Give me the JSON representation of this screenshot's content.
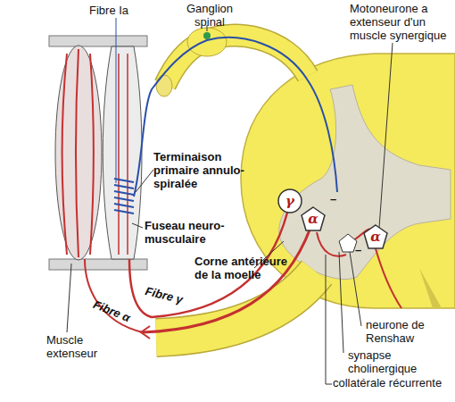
{
  "diagram": {
    "nodes": [
      {
        "text": [
          "γ"
        ]
      },
      {
        "text": [
          "α"
        ]
      },
      {
        "text": [
          "α"
        ]
      }
    ],
    "labels": [
      "Fibre Ia",
      "Ganglion spinal",
      "Motoneurone a extenseur d'un muscle synergique",
      "Terminaison primaire annulo-spiralée",
      "Fuseau neuro-musculaire",
      "Corne antérieure de la moelle",
      "Fibre γ",
      "Fibre α",
      "Muscle extenseur",
      "neurone de Renshaw",
      "synapse cholinergique",
      "collatérale récurrente",
      "–",
      "–"
    ]
  }
}
